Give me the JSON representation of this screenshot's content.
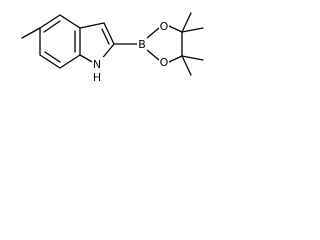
{
  "molecule": {
    "atoms": {
      "boron": "B",
      "oxygen_top": "O",
      "oxygen_bottom": "O",
      "nitrogen": "N",
      "nitrogen_hydrogen": "H"
    },
    "colors": {
      "bond": "#000000",
      "text": "#000000",
      "background": "#ffffff"
    }
  }
}
